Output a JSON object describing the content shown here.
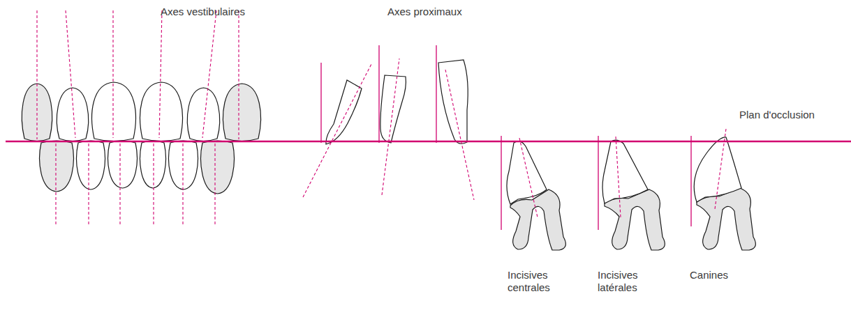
{
  "diagram": {
    "labels": [
      "Axes vestibulaires",
      "Axes proximaux",
      "Plan d'occlusion",
      "Incisives centrales",
      "Incisives latérales",
      "Canines"
    ]
  }
}
